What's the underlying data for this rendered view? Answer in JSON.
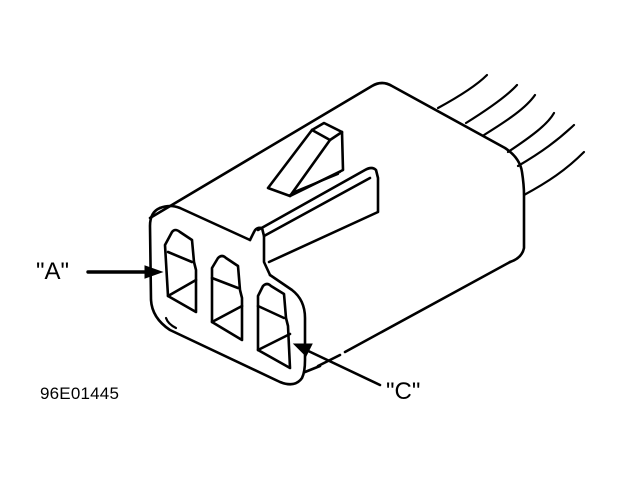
{
  "diagram": {
    "subject": "3-pin electrical connector (isometric line drawing)",
    "labels": {
      "a": "\"A\"",
      "c": "\"C\""
    },
    "figure_id": "96E01445",
    "wire_count": 6,
    "terminal_cavities": 3,
    "colors": {
      "line": "#000000",
      "background": "#ffffff"
    }
  }
}
